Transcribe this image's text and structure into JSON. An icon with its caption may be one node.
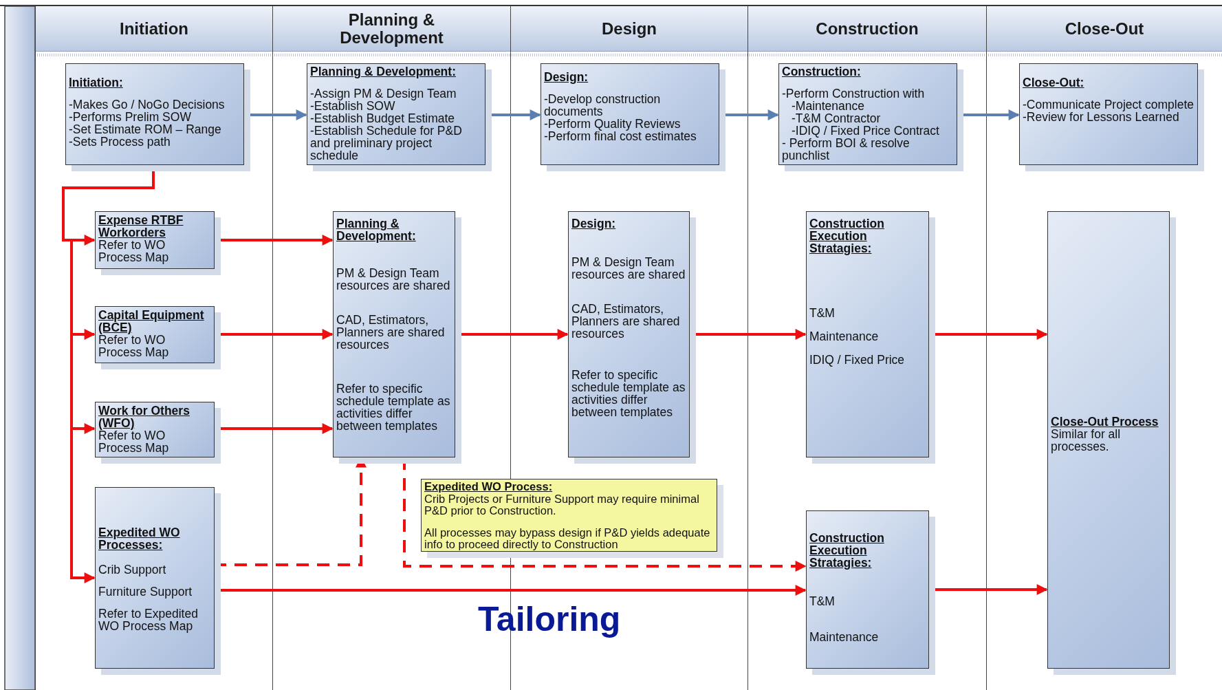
{
  "diagram": {
    "nodes": [
      {
        "text": [
          "Initiation"
        ]
      },
      {
        "text": [
          "Planning & Development"
        ]
      },
      {
        "text": [
          "Design"
        ]
      },
      {
        "text": [
          "Construction"
        ]
      },
      {
        "text": [
          "Close-Out"
        ]
      },
      {
        "text": [
          "Initiation:",
          "-Makes Go / NoGo Decisions",
          "-Performs Prelim SOW",
          "-Set Estimate ROM – Range",
          "-Sets Process path"
        ],
        "in": 0
      },
      {
        "text": [
          "Planning & Development:",
          "-Assign PM & Design Team",
          "-Establish SOW",
          "-Establish Budget Estimate",
          "-Establish Schedule for P&D and preliminary project schedule"
        ],
        "in": 1
      },
      {
        "text": [
          "Design:",
          "-Develop construction documents",
          "-Perform Quality Reviews",
          "-Perform final cost estimates"
        ],
        "in": 2
      },
      {
        "text": [
          "Construction:",
          "-Perform Construction with",
          "-Maintenance",
          "-T&M Contractor",
          "-IDIQ / Fixed Price Contract",
          "- Perform BOI & resolve punchlist"
        ],
        "in": 3
      },
      {
        "text": [
          "Close-Out:",
          "-Communicate Project complete",
          "-Review for Lessons Learned"
        ],
        "in": 4
      },
      {
        "text": [
          "Expense RTBF Workorders",
          "Refer to WO Process Map"
        ],
        "in": 0
      },
      {
        "text": [
          "Capital Equipment (BCE)",
          "Refer to WO Process Map"
        ],
        "in": 0
      },
      {
        "text": [
          "Work for Others (WFO)",
          "Refer to WO Process Map"
        ],
        "in": 0
      },
      {
        "text": [
          "Expedited WO Processes:",
          "Crib Support",
          "Furniture Support",
          "Refer to Expedited WO Process Map"
        ],
        "in": 0
      },
      {
        "text": [
          "Planning & Development:",
          "PM & Design Team resources are shared",
          "CAD, Estimators, Planners are shared resources",
          "Refer to specific schedule template as activities differ between templates"
        ],
        "in": 1
      },
      {
        "text": [
          "Design:",
          "PM & Design Team resources are shared",
          "CAD, Estimators, Planners are shared resources",
          "Refer to specific schedule template as activities differ between templates"
        ],
        "in": 2
      },
      {
        "text": [
          "Construction Execution Stratagies:",
          "T&M",
          "Maintenance",
          "IDIQ / Fixed Price"
        ],
        "in": 3
      },
      {
        "text": [
          "Close-Out Process",
          "Similar for all processes."
        ],
        "in": 4
      },
      {
        "text": [
          "Expedited WO Process:",
          "Crib Projects or Furniture Support may require minimal P&D prior to Construction.",
          "All processes may bypass design if P&D yields adequate info to proceed directly to Construction"
        ]
      },
      {
        "text": [
          "Construction Execution Stratagies:",
          "T&M",
          "Maintenance"
        ],
        "in": 3
      },
      {
        "text": [],
        "shape": "bar"
      }
    ],
    "edges": [
      {
        "from": 5,
        "to": 6,
        "arrow": "to",
        "color": "#5b7fb3"
      },
      {
        "from": 6,
        "to": 7,
        "arrow": "to",
        "color": "#5b7fb3"
      },
      {
        "from": 7,
        "to": 8,
        "arrow": "to",
        "color": "#5b7fb3"
      },
      {
        "from": 8,
        "to": 9,
        "arrow": "to",
        "color": "#5b7fb3"
      },
      {
        "from": 5,
        "to": 10,
        "arrow": "to"
      },
      {
        "from": 5,
        "to": 11,
        "arrow": "to"
      },
      {
        "from": 5,
        "to": 12,
        "arrow": "to"
      },
      {
        "from": 5,
        "to": 13,
        "arrow": "to"
      },
      {
        "from": 10,
        "to": 14,
        "arrow": "to"
      },
      {
        "from": 11,
        "to": 14,
        "arrow": "to"
      },
      {
        "from": 12,
        "to": 14,
        "arrow": "to"
      },
      {
        "from": 14,
        "to": 15,
        "arrow": "to"
      },
      {
        "from": 15,
        "to": 16,
        "arrow": "to"
      },
      {
        "from": 16,
        "to": 17,
        "arrow": "to"
      },
      {
        "from": 13,
        "to": 14,
        "arrow": "to",
        "style": "dashed"
      },
      {
        "from": 14,
        "to": 19,
        "arrow": "to",
        "style": "dashed"
      },
      {
        "from": 13,
        "to": 19,
        "arrow": "to"
      },
      {
        "from": 19,
        "to": 17,
        "arrow": "to"
      }
    ],
    "labels": [
      "Tailoring"
    ]
  }
}
